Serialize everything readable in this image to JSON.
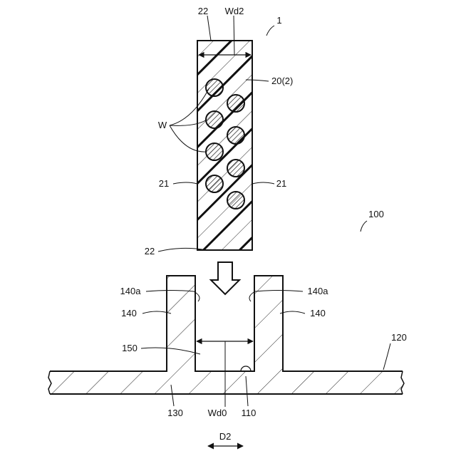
{
  "labels": {
    "label_22_top": "22",
    "label_wd2": "Wd2",
    "label_1": "1",
    "label_20": "20(2)",
    "label_w": "W",
    "label_21_left": "21",
    "label_21_right": "21",
    "label_100": "100",
    "label_22_bottom": "22",
    "label_140a_left": "140a",
    "label_140a_right": "140a",
    "label_140_left": "140",
    "label_140_right": "140",
    "label_150": "150",
    "label_120": "120",
    "label_130": "130",
    "label_wd0": "Wd0",
    "label_110": "110",
    "label_d2": "D2"
  }
}
